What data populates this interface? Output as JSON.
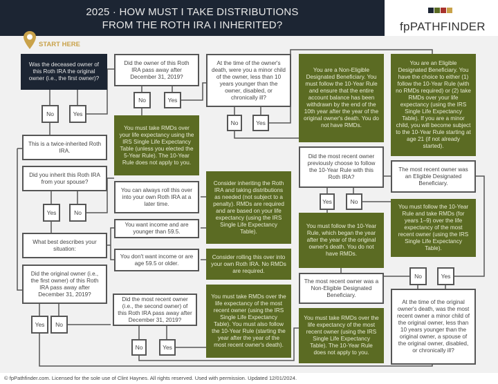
{
  "header": {
    "title_line1": "2025 · HOW MUST I TAKE DISTRIBUTIONS",
    "title_line2": "FROM THE ROTH IRA I INHERITED?",
    "brand": "fpPATHFINDER",
    "logo_colors": [
      "#1c2533",
      "#5b6b23",
      "#a8322d",
      "#c9a24a"
    ]
  },
  "start_label": "START HERE",
  "colors": {
    "question_border": "#555555",
    "outcome_green": "#5b6b23",
    "navy": "#1c2533",
    "gold": "#c9a24a"
  },
  "nodes": {
    "q_original_owner": "Was the deceased owner of this Roth IRA the original owner (i.e., the first owner)?",
    "q_owner_after_2019": "Did the owner of this Roth IRA pass away after December 31, 2019?",
    "q_minor_child": "At the time of the owner's death, were you a minor child of the owner, less than 10 years younger than the owner, disabled, or chronically ill?",
    "o_non_eligible": "You are a Non-Eligible Designated Beneficiary. You must follow the 10-Year Rule and ensure that the entire account balance has been withdrawn by the end of the 10th year after the year of the original owner's death. You do not have RMDs.",
    "o_eligible": "You are an Eligible Designated Beneficiary. You have the choice to either (1) follow the 10-Year Rule (with no RMDs required) or (2) take RMDs over your life expectancy (using the IRS Single Life Expectancy Table). If you are a minor child, you will become subject to the 10-Year Rule starting at age 21 (if not already started).",
    "o_rmds_life_5yr": "You must take RMDs over your life expectancy using the IRS Single Life Expectancy Table (unless you elected the 5-Year Rule). The 10-Year Rule does not apply to you.",
    "s_twice_inherited": "This is a twice-inherited Roth IRA.",
    "q_spouse": "Did you inherit this Roth IRA from your spouse?",
    "o_roll_later": "You can always roll this over into your own Roth IRA at a later time.",
    "o_consider_inheriting": "Consider inheriting the Roth IRA and taking distributions as needed (not subject to a penalty). RMDs are required and are based on your life expectancy (using the IRS Single Life Expectancy Table).",
    "q_situation": "What best describes your situation:",
    "a_want_income": "You want income and are younger than 59.5.",
    "a_no_income": "You don't want income or are age 59.5 or older.",
    "o_consider_rolling": "Consider rolling this over into your own Roth IRA. No RMDs are required.",
    "q_original_after_2019": "Did the original owner (i.e., the first owner) of this Roth IRA pass away after December 31, 2019?",
    "q_recent_after_2019": "Did the most recent owner (i.e., the second owner) of this Roth IRA pass away after December 31, 2019?",
    "o_rmds_recent_10yr": "You must take RMDs over the life expectancy of the most recent owner (using the IRS Single Life Expectancy Table). You must also follow the 10-Year Rule (starting the year after the year of the most recent owner's death).",
    "q_recent_chose_10yr": "Did the most recent owner previously choose to follow the 10-Year Rule with this Roth IRA?",
    "s_recent_eligible": "The most recent owner was an Eligible Designated Beneficiary.",
    "o_follow_10yr_began": "You must follow the 10-Year Rule, which began the year after the year of the original owner's death. You do not have RMDs.",
    "o_follow_10yr_rmds": "You must follow the 10-Year Rule and take RMDs (for years 1–9) over the life expectancy of the most recent owner (using the IRS Single Life Expectancy Table).",
    "s_recent_non_eligible": "The most recent owner was a Non-Eligible Designated Beneficiary.",
    "o_rmds_recent_no10": "You must take RMDs over the life expectancy of the most recent owner (using the IRS Single Life Expectancy Table). The 10-Year Rule does not apply to you.",
    "q_recent_minor": "At the time of the original owner's death, was the most recent owner a minor child of the original owner, less than 10 years younger than the original owner, a spouse of the original owner, disabled, or chronically ill?"
  },
  "answers": {
    "yes": "Yes",
    "no": "No"
  },
  "footer": "© fpPathfinder.com. Licensed for the sole use of Clint Haynes. All rights reserved. Used with permission. Updated 12/01/2024."
}
